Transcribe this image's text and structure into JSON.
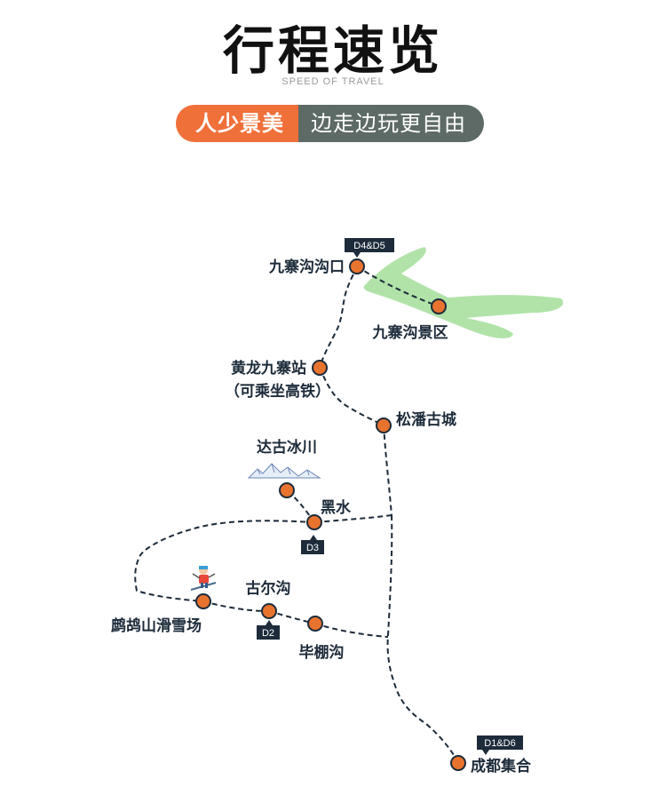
{
  "header": {
    "title": "行程速览",
    "subtitle": "SPEED OF TRAVEL",
    "tag_left": "人少景美",
    "tag_right": "边走边玩更自由"
  },
  "colors": {
    "accent_orange": "#f0703a",
    "tag_grey": "#5d6a66",
    "route_line": "#1d2b3a",
    "stop_fill": "#e8732f",
    "scenic_green": "#a9e0a0"
  },
  "map": {
    "stops": {
      "jiuzhaigou_entrance": "九寨沟沟口",
      "jiuzhaigou_scenic": "九寨沟景区",
      "huanglong_station_line1": "黄龙九寨站",
      "huanglong_station_line2": "（可乘坐高铁）",
      "songpan": "松潘古城",
      "dagu_glacier": "达古冰川",
      "heishui": "黑水",
      "gu_er_gou": "古尔沟",
      "bipeng_gou": "毕棚沟",
      "ski_resort": "鹧鸪山滑雪场",
      "chengdu": "成都集合"
    },
    "day_tags": {
      "d4_d5": "D4&D5",
      "d3": "D3",
      "d2": "D2",
      "d1_d6": "D1&D6"
    },
    "icons": {
      "mountain": "mountain-icon",
      "skier": "skier-icon"
    }
  }
}
